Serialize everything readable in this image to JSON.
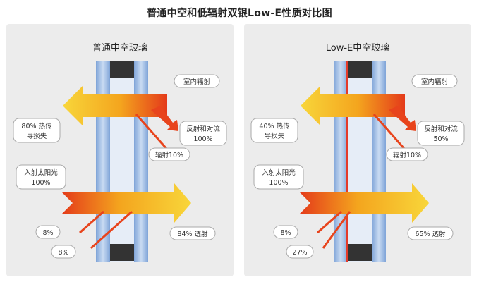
{
  "title": "普通中空和低辐射双银Low-E性质对比图",
  "panels": [
    {
      "title": "普通中空玻璃",
      "indoor_radiation": "室内辐射",
      "heat_loss_line1": "80% 热传",
      "heat_loss_line2": "导损失",
      "reflect_line1": "反射和对流",
      "reflect_line2": "100%",
      "radiation": "辐射10%",
      "sunlight_line1": "入射太阳光",
      "sunlight_line2": "100%",
      "small1": "8%",
      "small2": "8%",
      "transmit": "84% 透射"
    },
    {
      "title": "Low-E中空玻璃",
      "indoor_radiation": "室内辐射",
      "heat_loss_line1": "40% 热传",
      "heat_loss_line2": "导损失",
      "reflect_line1": "反射和对流",
      "reflect_line2": "50%",
      "radiation": "辐射10%",
      "sunlight_line1": "入射太阳光",
      "sunlight_line2": "100%",
      "small1": "8%",
      "small2": "27%",
      "transmit": "65% 透射"
    }
  ],
  "colors": {
    "panel_bg": "#ececec",
    "glass": "#8fb1df",
    "spacer": "#333333",
    "low_e_coating": "#e53b2b",
    "arrow_warm": "#f6b21e",
    "arrow_hot": "#e8441c"
  }
}
